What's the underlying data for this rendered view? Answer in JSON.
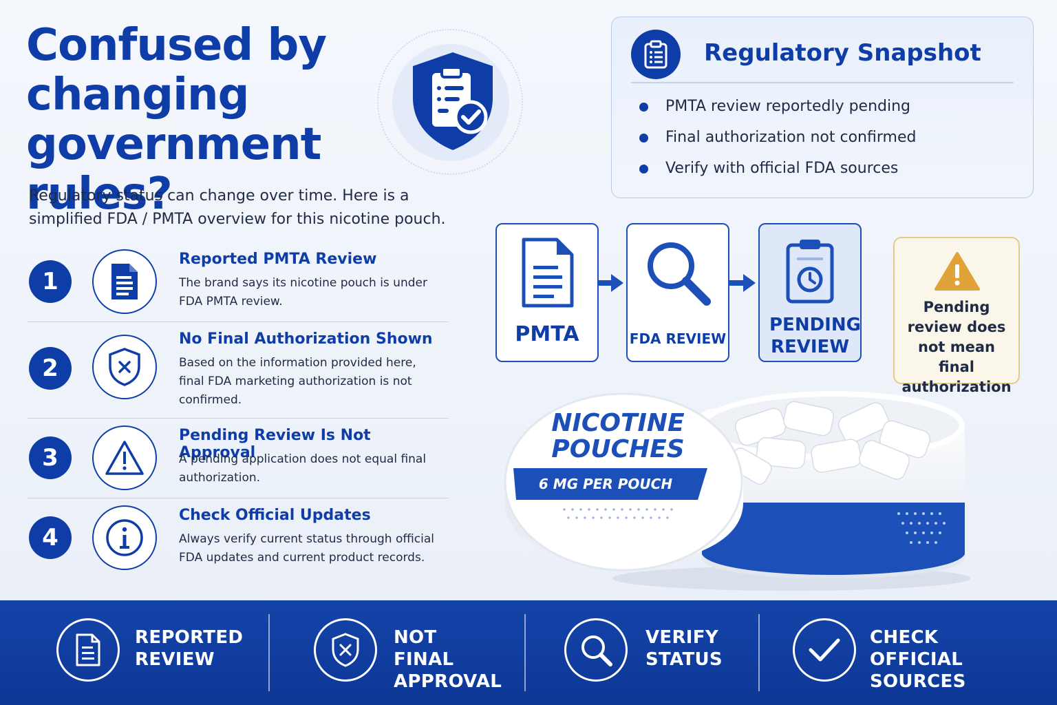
{
  "headline": "Confused by changing government rules?",
  "intro": "Regulatory status can change over time. Here is a simplified FDA / PMTA overview for this nicotine pouch.",
  "steps": [
    {
      "number": "1",
      "icon": "document-icon",
      "title": "Reported PMTA Review",
      "description": "The brand says its nicotine pouch is under FDA PMTA review."
    },
    {
      "number": "2",
      "icon": "shield-x-icon",
      "title": "No Final Authorization Shown",
      "description": "Based on the information provided here, final FDA marketing authorization is not confirmed."
    },
    {
      "number": "3",
      "icon": "warning-icon",
      "title": "Pending Review Is Not Approval",
      "description": "A pending application does not equal final authorization."
    },
    {
      "number": "4",
      "icon": "info-icon",
      "title": "Check Official Updates",
      "description": "Always verify current status through official FDA updates and current product records."
    }
  ],
  "snapshot": {
    "title": "Regulatory Snapshot",
    "icon": "clipboard-icon",
    "items": [
      "PMTA review reportedly pending",
      "Final authorization not confirmed",
      "Verify with official FDA sources"
    ]
  },
  "flow": [
    {
      "label": "PMTA",
      "icon": "document-icon"
    },
    {
      "label": "FDA REVIEW",
      "icon": "magnifier-icon"
    },
    {
      "label": "PENDING REVIEW",
      "icon": "clipboard-clock-icon"
    }
  ],
  "warning": {
    "icon": "warning-triangle-icon",
    "text": "Pending review does not mean final authorization"
  },
  "product": {
    "name_line1": "NICOTINE",
    "name_line2": "POUCHES",
    "strength": "6 MG PER POUCH"
  },
  "footer": [
    {
      "icon": "document-icon",
      "line1": "REPORTED",
      "line2": "REVIEW"
    },
    {
      "icon": "shield-x-icon",
      "line1": "NOT FINAL",
      "line2": "APPROVAL"
    },
    {
      "icon": "magnifier-icon",
      "line1": "VERIFY",
      "line2": "STATUS"
    },
    {
      "icon": "checkmark-icon",
      "line1": "CHECK OFFICIAL",
      "line2": "SOURCES"
    }
  ],
  "colors": {
    "brand": "#0f3da8",
    "footer": "#1444a9",
    "warning": "#e0a33a",
    "warning_bg": "#fbf6ea"
  }
}
